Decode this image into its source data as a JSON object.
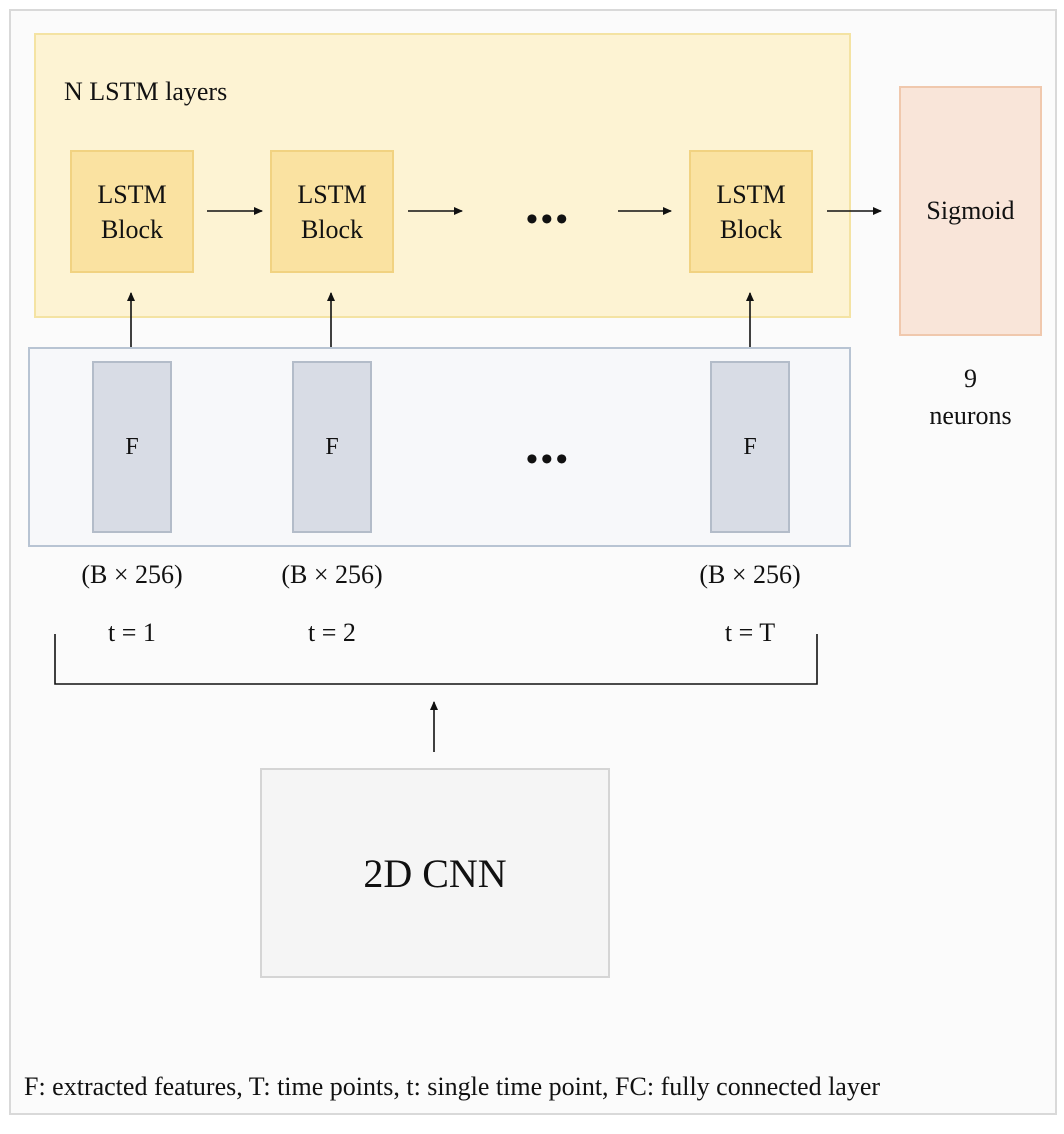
{
  "lstm_region": {
    "title": "N LSTM layers"
  },
  "lstm_blocks": [
    {
      "line1": "LSTM",
      "line2": "Block"
    },
    {
      "line1": "LSTM",
      "line2": "Block"
    },
    {
      "line1": "LSTM",
      "line2": "Block"
    }
  ],
  "features": [
    {
      "label": "F",
      "dims": "(B × 256)",
      "time": "t = 1"
    },
    {
      "label": "F",
      "dims": "(B × 256)",
      "time": "t = 2"
    },
    {
      "label": "F",
      "dims": "(B × 256)",
      "time": "t = T"
    }
  ],
  "ellipsis": "•••",
  "output": {
    "label": "Sigmoid",
    "count": "9",
    "unit": "neurons"
  },
  "cnn": {
    "label": "2D CNN"
  },
  "caption": "F: extracted features, T: time points, t: single time point, FC: fully connected layer"
}
